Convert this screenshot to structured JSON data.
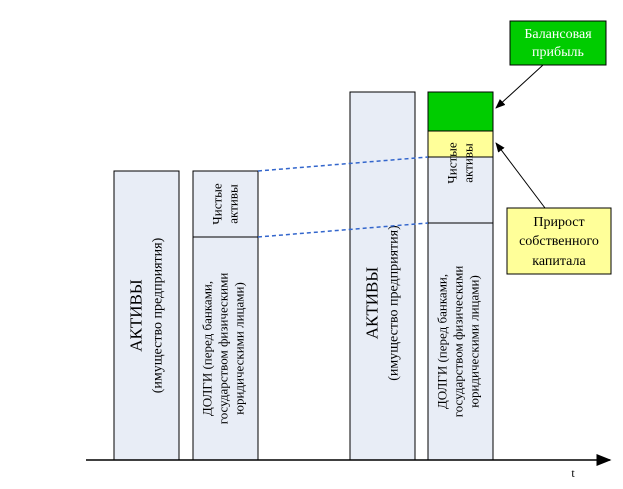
{
  "left_group": {
    "assets_bar": {
      "line1": "АКТИВЫ",
      "line2": "(имущество предприятия)"
    },
    "net_assets": {
      "line1": "Чистые",
      "line2": "активы"
    },
    "debts": {
      "line1": "ДОЛГИ (перед банками,",
      "line2": "государством физическими",
      "line3": "юридическими лицами)"
    }
  },
  "right_group": {
    "assets_bar": {
      "line1": "АКТИВЫ",
      "line2": "(имущество предприятия)"
    },
    "net_assets": {
      "line1": "Чистые",
      "line2": "активы"
    },
    "debts": {
      "line1": "ДОЛГИ (перед банками,",
      "line2": "государством физическими",
      "line3": "юридическими лицами)"
    }
  },
  "callouts": {
    "balance_profit": {
      "line1": "Балансовая",
      "line2": "прибыль"
    },
    "equity_growth": {
      "line1": "Прирост",
      "line2": "собственного",
      "line3": "капитала"
    }
  },
  "axis": {
    "time_label": "t"
  },
  "colors": {
    "bar_fill": "#e8edf6",
    "profit_green": "#00cc00",
    "growth_yellow": "#ffff99",
    "connector_blue": "#3366cc"
  }
}
